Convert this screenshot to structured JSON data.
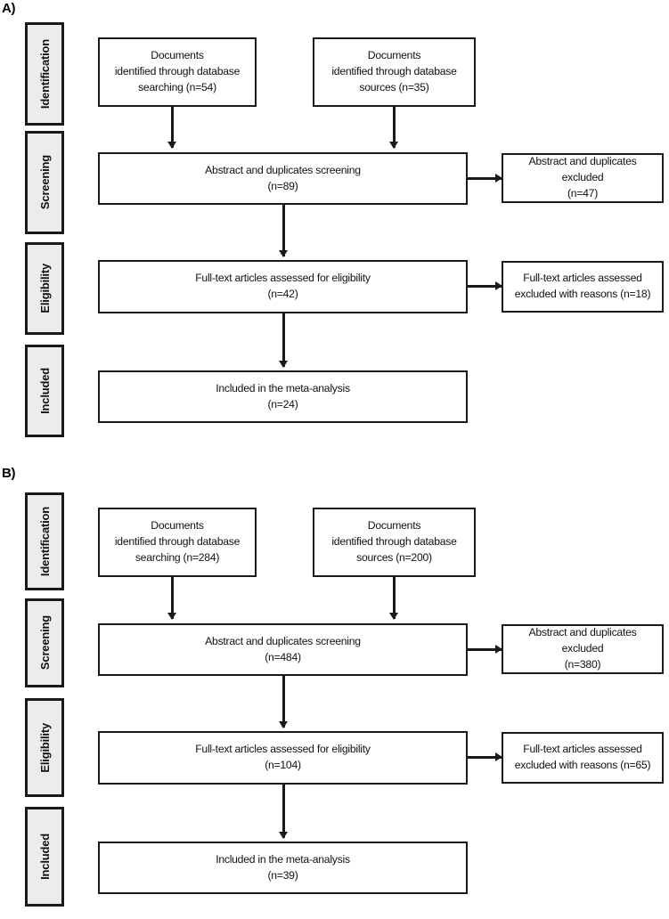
{
  "figure": {
    "type": "prisma-flow-diagram",
    "stage_names": [
      "Identification",
      "Screening",
      "Eligibility",
      "Included"
    ],
    "colors": {
      "stage_fill": "#ececec",
      "border": "#1a1a1a",
      "box_fill": "#ffffff",
      "text": "#111111"
    }
  },
  "panels": [
    {
      "letter": "A)",
      "stages": [
        {
          "label": "Identification"
        },
        {
          "label": "Screening"
        },
        {
          "label": "Eligibility"
        },
        {
          "label": "Included"
        }
      ],
      "boxes": {
        "db_searching": "Documents\nidentified through database\nsearching (n=54)",
        "db_sources": "Documents\nidentified through database\nsources (n=35)",
        "screening": "Abstract and duplicates screening\n(n=89)",
        "screening_excluded": "Abstract and duplicates excluded\n(n=47)",
        "eligibility": "Full-text articles assessed for eligibility\n(n=42)",
        "eligibility_excluded": "Full-text articles assessed\nexcluded with reasons (n=18)",
        "included": "Included in the meta-analysis\n(n=24)"
      },
      "counts": {
        "database_searching": 54,
        "database_sources": 35,
        "screened": 89,
        "screening_excluded": 47,
        "full_text_assessed": 42,
        "full_text_excluded": 18,
        "included_meta_analysis": 24
      }
    },
    {
      "letter": "B)",
      "stages": [
        {
          "label": "Identification"
        },
        {
          "label": "Screening"
        },
        {
          "label": "Eligibility"
        },
        {
          "label": "Included"
        }
      ],
      "boxes": {
        "db_searching": "Documents\nidentified through database\nsearching (n=284)",
        "db_sources": "Documents\nidentified through database\nsources (n=200)",
        "screening": "Abstract and duplicates screening\n(n=484)",
        "screening_excluded": "Abstract and duplicates excluded\n(n=380)",
        "eligibility": "Full-text articles assessed for eligibility\n(n=104)",
        "eligibility_excluded": "Full-text articles assessed\nexcluded with reasons (n=65)",
        "included": "Included in the meta-analysis\n(n=39)"
      },
      "counts": {
        "database_searching": 284,
        "database_sources": 200,
        "screened": 484,
        "screening_excluded": 380,
        "full_text_assessed": 104,
        "full_text_excluded": 65,
        "included_meta_analysis": 39
      }
    }
  ]
}
